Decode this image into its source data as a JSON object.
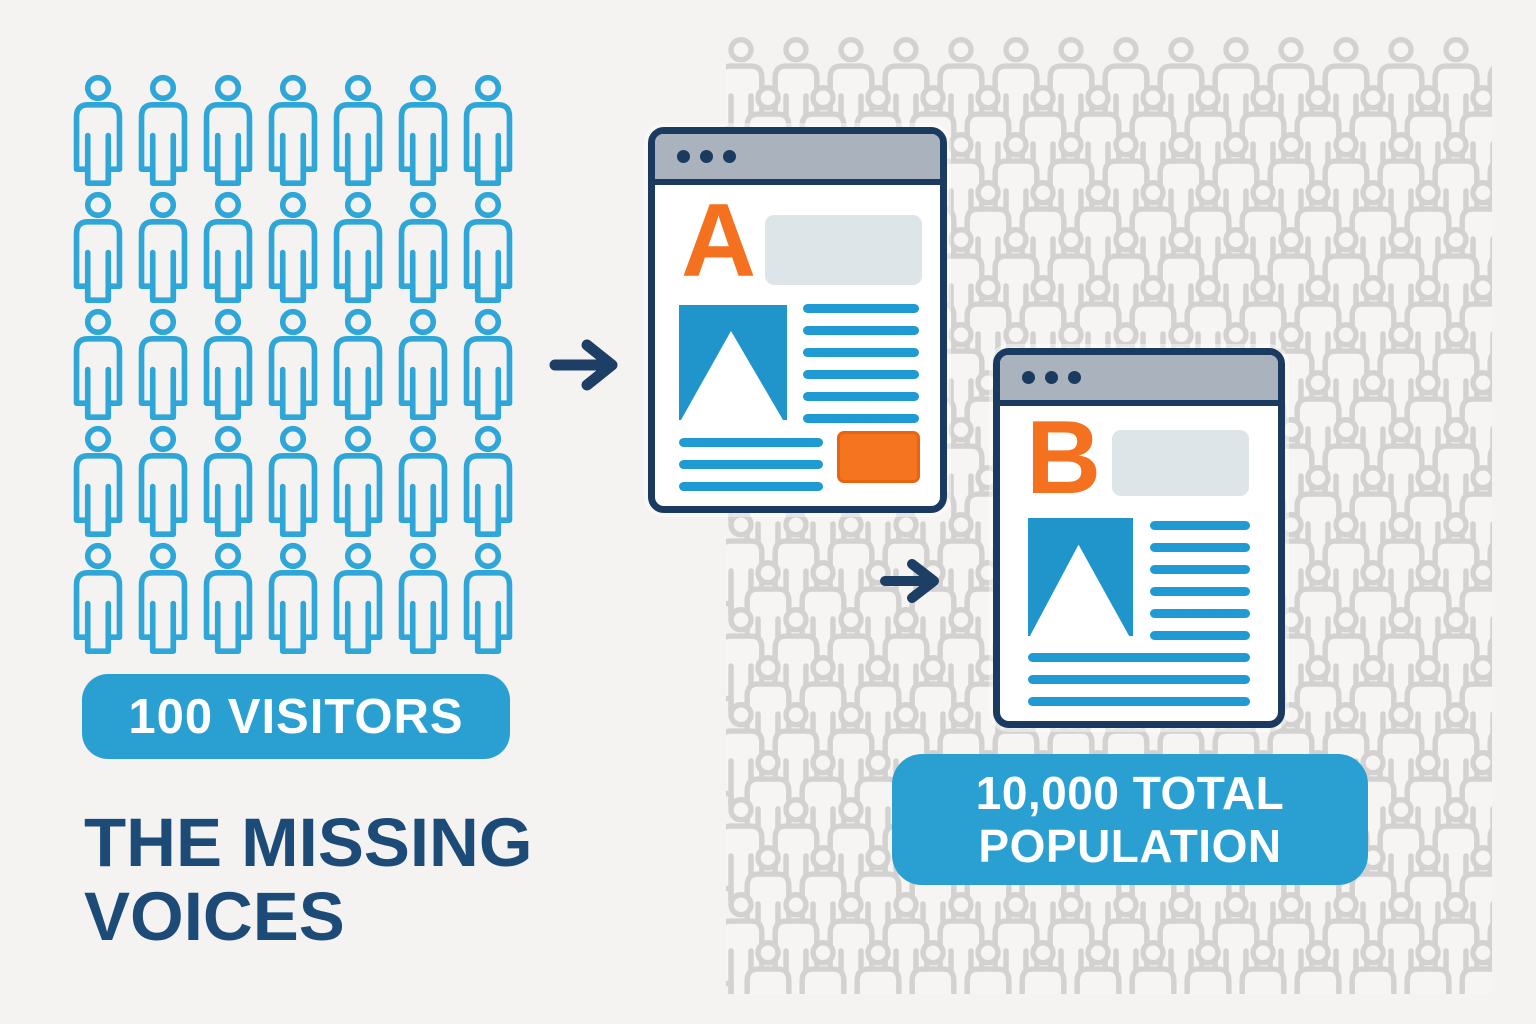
{
  "canvas": {
    "background": "#f4f3f1"
  },
  "left_panel": {
    "visitors_grid": {
      "rows": 5,
      "cols": 7,
      "icon": "person-icon",
      "icon_color": "#2ea6d8"
    },
    "visitors_badge": {
      "label": "100 VISITORS",
      "bg": "#2aa0d2",
      "text_color": "#ffffff"
    },
    "title": {
      "line1": "THE MISSING",
      "line2": "VOICES",
      "color": "#1d4b77"
    }
  },
  "flow": {
    "arrow_color": "#1d3f66"
  },
  "browser_a": {
    "variant_letter": "A",
    "letter_color": "#f4711f",
    "chrome": {
      "bar_color": "#a9b2bd",
      "dot_color": "#1b3a5f",
      "dot_count": 3
    },
    "headline_placeholder_color": "#dde5e9",
    "image_placeholder": {
      "icon": "mountain-image-icon",
      "bg": "#2095cb",
      "triangle": "#ffffff"
    },
    "text_line_color": "#1f9ad2",
    "right_text_lines": 6,
    "footer_text_lines": 3,
    "has_cta_button": true,
    "cta_button_color": "#f5741f",
    "cta_button_border": "#e8650e"
  },
  "browser_b": {
    "variant_letter": "B",
    "letter_color": "#f4711f",
    "chrome": {
      "bar_color": "#a9b2bd",
      "dot_color": "#1b3a5f",
      "dot_count": 3
    },
    "headline_placeholder_color": "#dde5e9",
    "image_placeholder": {
      "icon": "mountain-image-icon",
      "bg": "#2095cb",
      "triangle": "#ffffff"
    },
    "text_line_color": "#1f9ad2",
    "right_text_lines": 6,
    "footer_text_lines": 3,
    "has_cta_button": false
  },
  "population": {
    "crowd": {
      "rows": 20,
      "cols": 15,
      "icon": "person-icon",
      "stroke": "#d3d2d0",
      "fill": "#f6f5f3"
    },
    "badge": {
      "line1": "10,000 TOTAL",
      "line2": "POPULATION",
      "bg": "#2aa0d2",
      "text_color": "#ffffff"
    }
  }
}
